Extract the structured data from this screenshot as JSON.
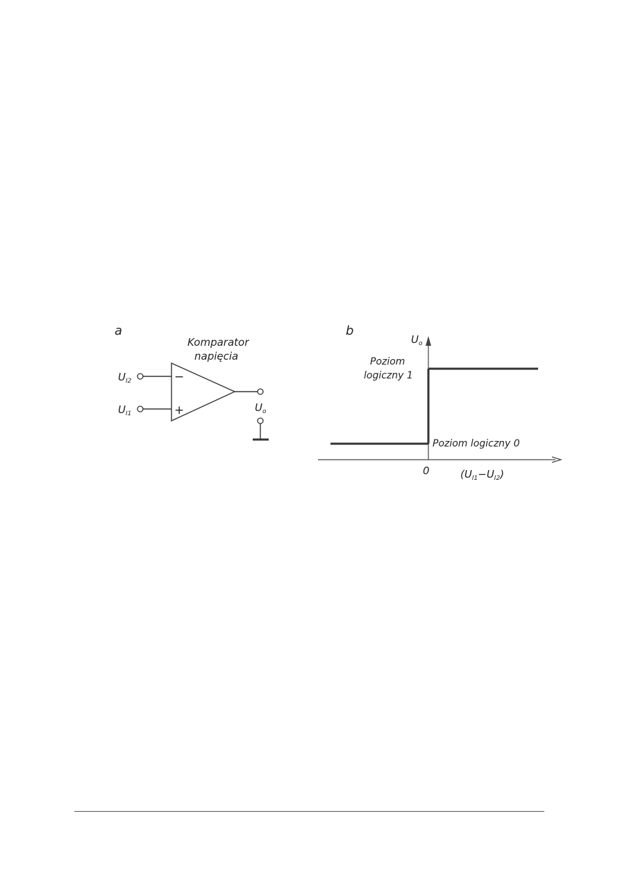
{
  "panel_a": {
    "letter": "a",
    "title_line1": "Komparator",
    "title_line2": "napięcia",
    "input_inverting": {
      "symbol": "U",
      "subscript": "I2",
      "sign": "−"
    },
    "input_noninverting": {
      "symbol": "U",
      "subscript": "I1",
      "sign": "+"
    },
    "output": {
      "symbol": "U",
      "subscript": "o"
    }
  },
  "panel_b": {
    "letter": "b",
    "y_axis": {
      "symbol": "U",
      "subscript": "o"
    },
    "x_axis": {
      "origin": "0",
      "label_open": "(",
      "sym1": "U",
      "sub1": "I1",
      "minus": "−",
      "sym2": "U",
      "sub2": "I2",
      "label_close": ")"
    },
    "level_high_line1": "Poziom",
    "level_high_line2": "logiczny 1",
    "level_low": "Poziom logiczny 0",
    "characteristic": {
      "type": "step",
      "step_at_x": 0,
      "low_level": "Poziom logiczny 0",
      "high_level": "Poziom logiczny 1"
    }
  }
}
